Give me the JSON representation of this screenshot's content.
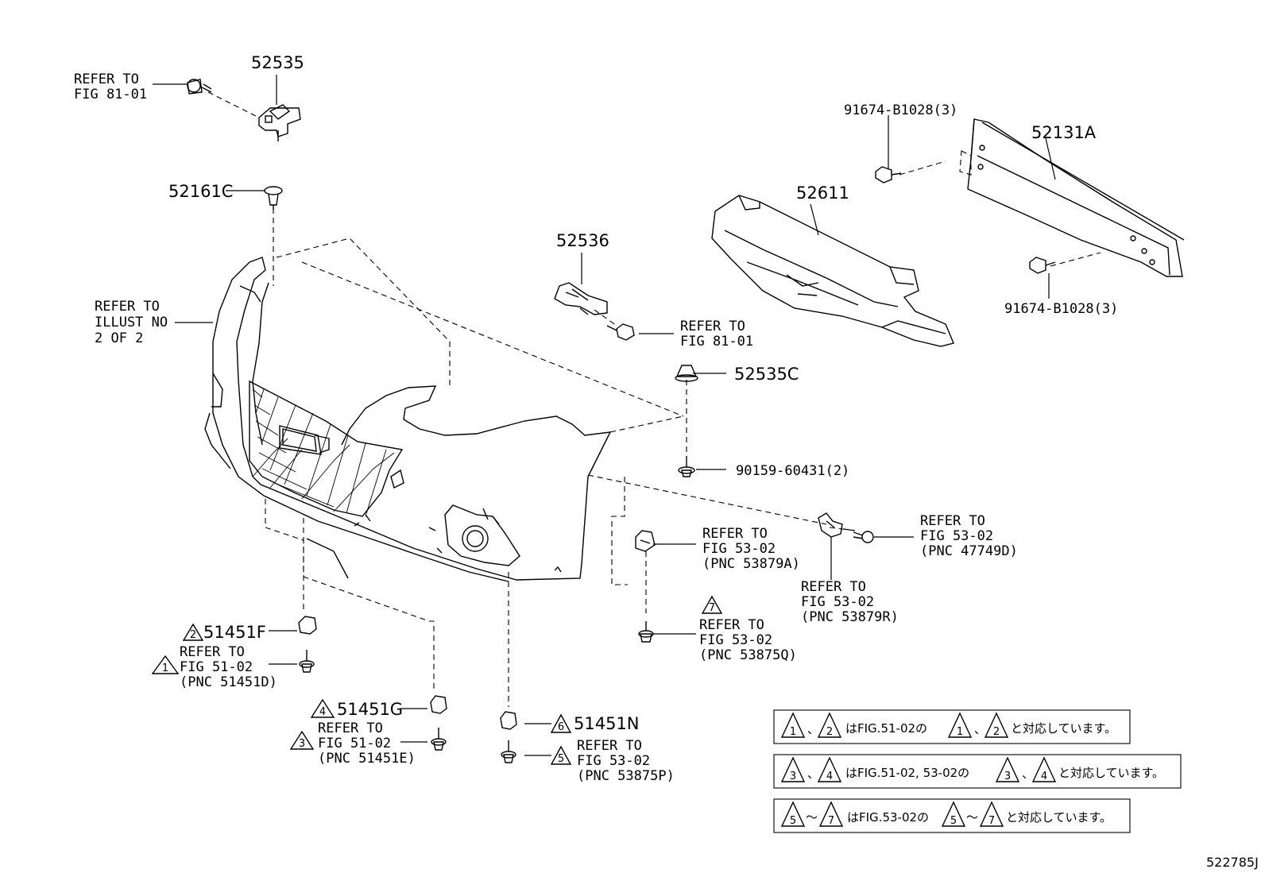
{
  "figure_id": "522785J",
  "callouts": {
    "c52535": "52535",
    "c52161c": "52161C",
    "c52536": "52536",
    "c52535c": "52535C",
    "c52611": "52611",
    "c52131a": "52131A",
    "c91674_top": "91674-B1028(3)",
    "c91674_bot": "91674-B1028(3)",
    "c90159": "90159-60431(2)",
    "c51451f": "51451F",
    "c51451g": "51451G",
    "c51451n": "51451N"
  },
  "triangles": {
    "t1": "1",
    "t2": "2",
    "t3": "3",
    "t4": "4",
    "t5": "5",
    "t6": "6",
    "t7": "7"
  },
  "refers": {
    "r_fig8101_top": [
      "REFER TO",
      "FIG 81-01"
    ],
    "r_illust": [
      "REFER TO",
      "ILLUST NO",
      "2 OF 2"
    ],
    "r_fig8101_mid": [
      "REFER TO",
      "FIG 81-01"
    ],
    "r_53879a": [
      "REFER TO",
      "FIG 53-02",
      "(PNC 53879A)"
    ],
    "r_47749d": [
      "REFER TO",
      "FIG 53-02",
      "(PNC 47749D)"
    ],
    "r_53879r": [
      "REFER TO",
      "FIG 53-02",
      "(PNC 53879R)"
    ],
    "r_53875q": [
      "REFER TO",
      "FIG 53-02",
      "(PNC 53875Q)"
    ],
    "r_51451d": [
      "REFER TO",
      "FIG 51-02",
      "(PNC 51451D)"
    ],
    "r_51451e": [
      "REFER TO",
      "FIG 51-02",
      "(PNC 51451E)"
    ],
    "r_53875p": [
      "REFER TO",
      "FIG 53-02",
      "(PNC 53875P)"
    ]
  },
  "notes": {
    "n1": {
      "sep": "、",
      "mid": "はFIG.51-02の",
      "sep2": "、",
      "end": "と対応しています。"
    },
    "n2": {
      "sep": "、",
      "mid": "はFIG.51-02, 53-02の",
      "sep2": "、",
      "end": "と対応しています。"
    },
    "n3": {
      "sep": "～",
      "mid": "はFIG.53-02の",
      "sep2": "～",
      "end": "と対応しています。"
    }
  }
}
